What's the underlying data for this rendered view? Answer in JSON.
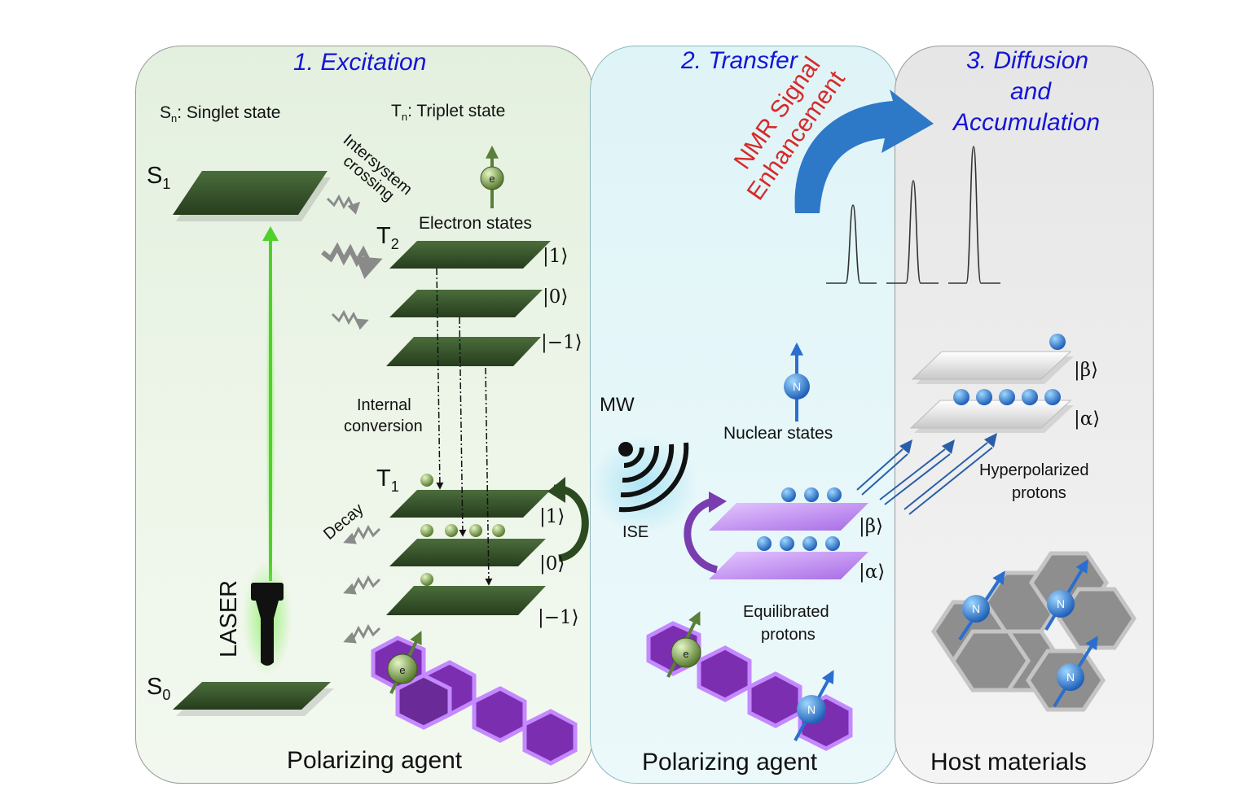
{
  "panels": {
    "excitation": {
      "heading": "1. Excitation",
      "singlet_legend": "S",
      "singlet_sub": "n",
      "singlet_desc": ": Singlet state",
      "triplet_legend": "T",
      "triplet_sub": "n",
      "triplet_desc": ": Triplet state",
      "intersystem": [
        "Intersystem",
        "crossing"
      ],
      "electron_states": "Electron states",
      "internal_conversion": [
        "Internal",
        "conversion"
      ],
      "decay": "Decay",
      "laser": "LASER",
      "footer": "Polarizing agent",
      "levels": {
        "s1": "S",
        "s1_sub": "1",
        "s0": "S",
        "s0_sub": "0",
        "t2": "T",
        "t2_sub": "2",
        "t1": "T",
        "t1_sub": "1"
      },
      "kets_t2": [
        "|1⟩",
        "|0⟩",
        "|−1⟩"
      ],
      "kets_t1": [
        "|1⟩",
        "|0⟩",
        "|−1⟩"
      ],
      "electron_symbol": "e"
    },
    "transfer": {
      "heading": "2. Transfer",
      "mw": "MW",
      "ise": "ISE",
      "nuclear_states": "Nuclear states",
      "equilibrated": [
        "Equilibrated",
        "protons"
      ],
      "kets": [
        "|β⟩",
        "|α⟩"
      ],
      "footer": "Polarizing agent",
      "nmr": [
        "NMR Signal",
        "Enhancement"
      ],
      "nucleus_symbol": "N"
    },
    "diffusion": {
      "heading": [
        "3. Diffusion",
        "and",
        "Accumulation"
      ],
      "kets": [
        "|β⟩",
        "|α⟩"
      ],
      "hyperpolarized": [
        "Hyperpolarized",
        "protons"
      ],
      "footer": "Host materials"
    }
  },
  "colors": {
    "heading": "#1515d6",
    "nmr_text": "#d62a2a",
    "plane_green": "#2f4a25",
    "laser_green": "#4fd12a",
    "purple": "#7a3db0",
    "blue_arrow": "#2e78c8",
    "nucleus_blue": "#2a6fd0"
  }
}
